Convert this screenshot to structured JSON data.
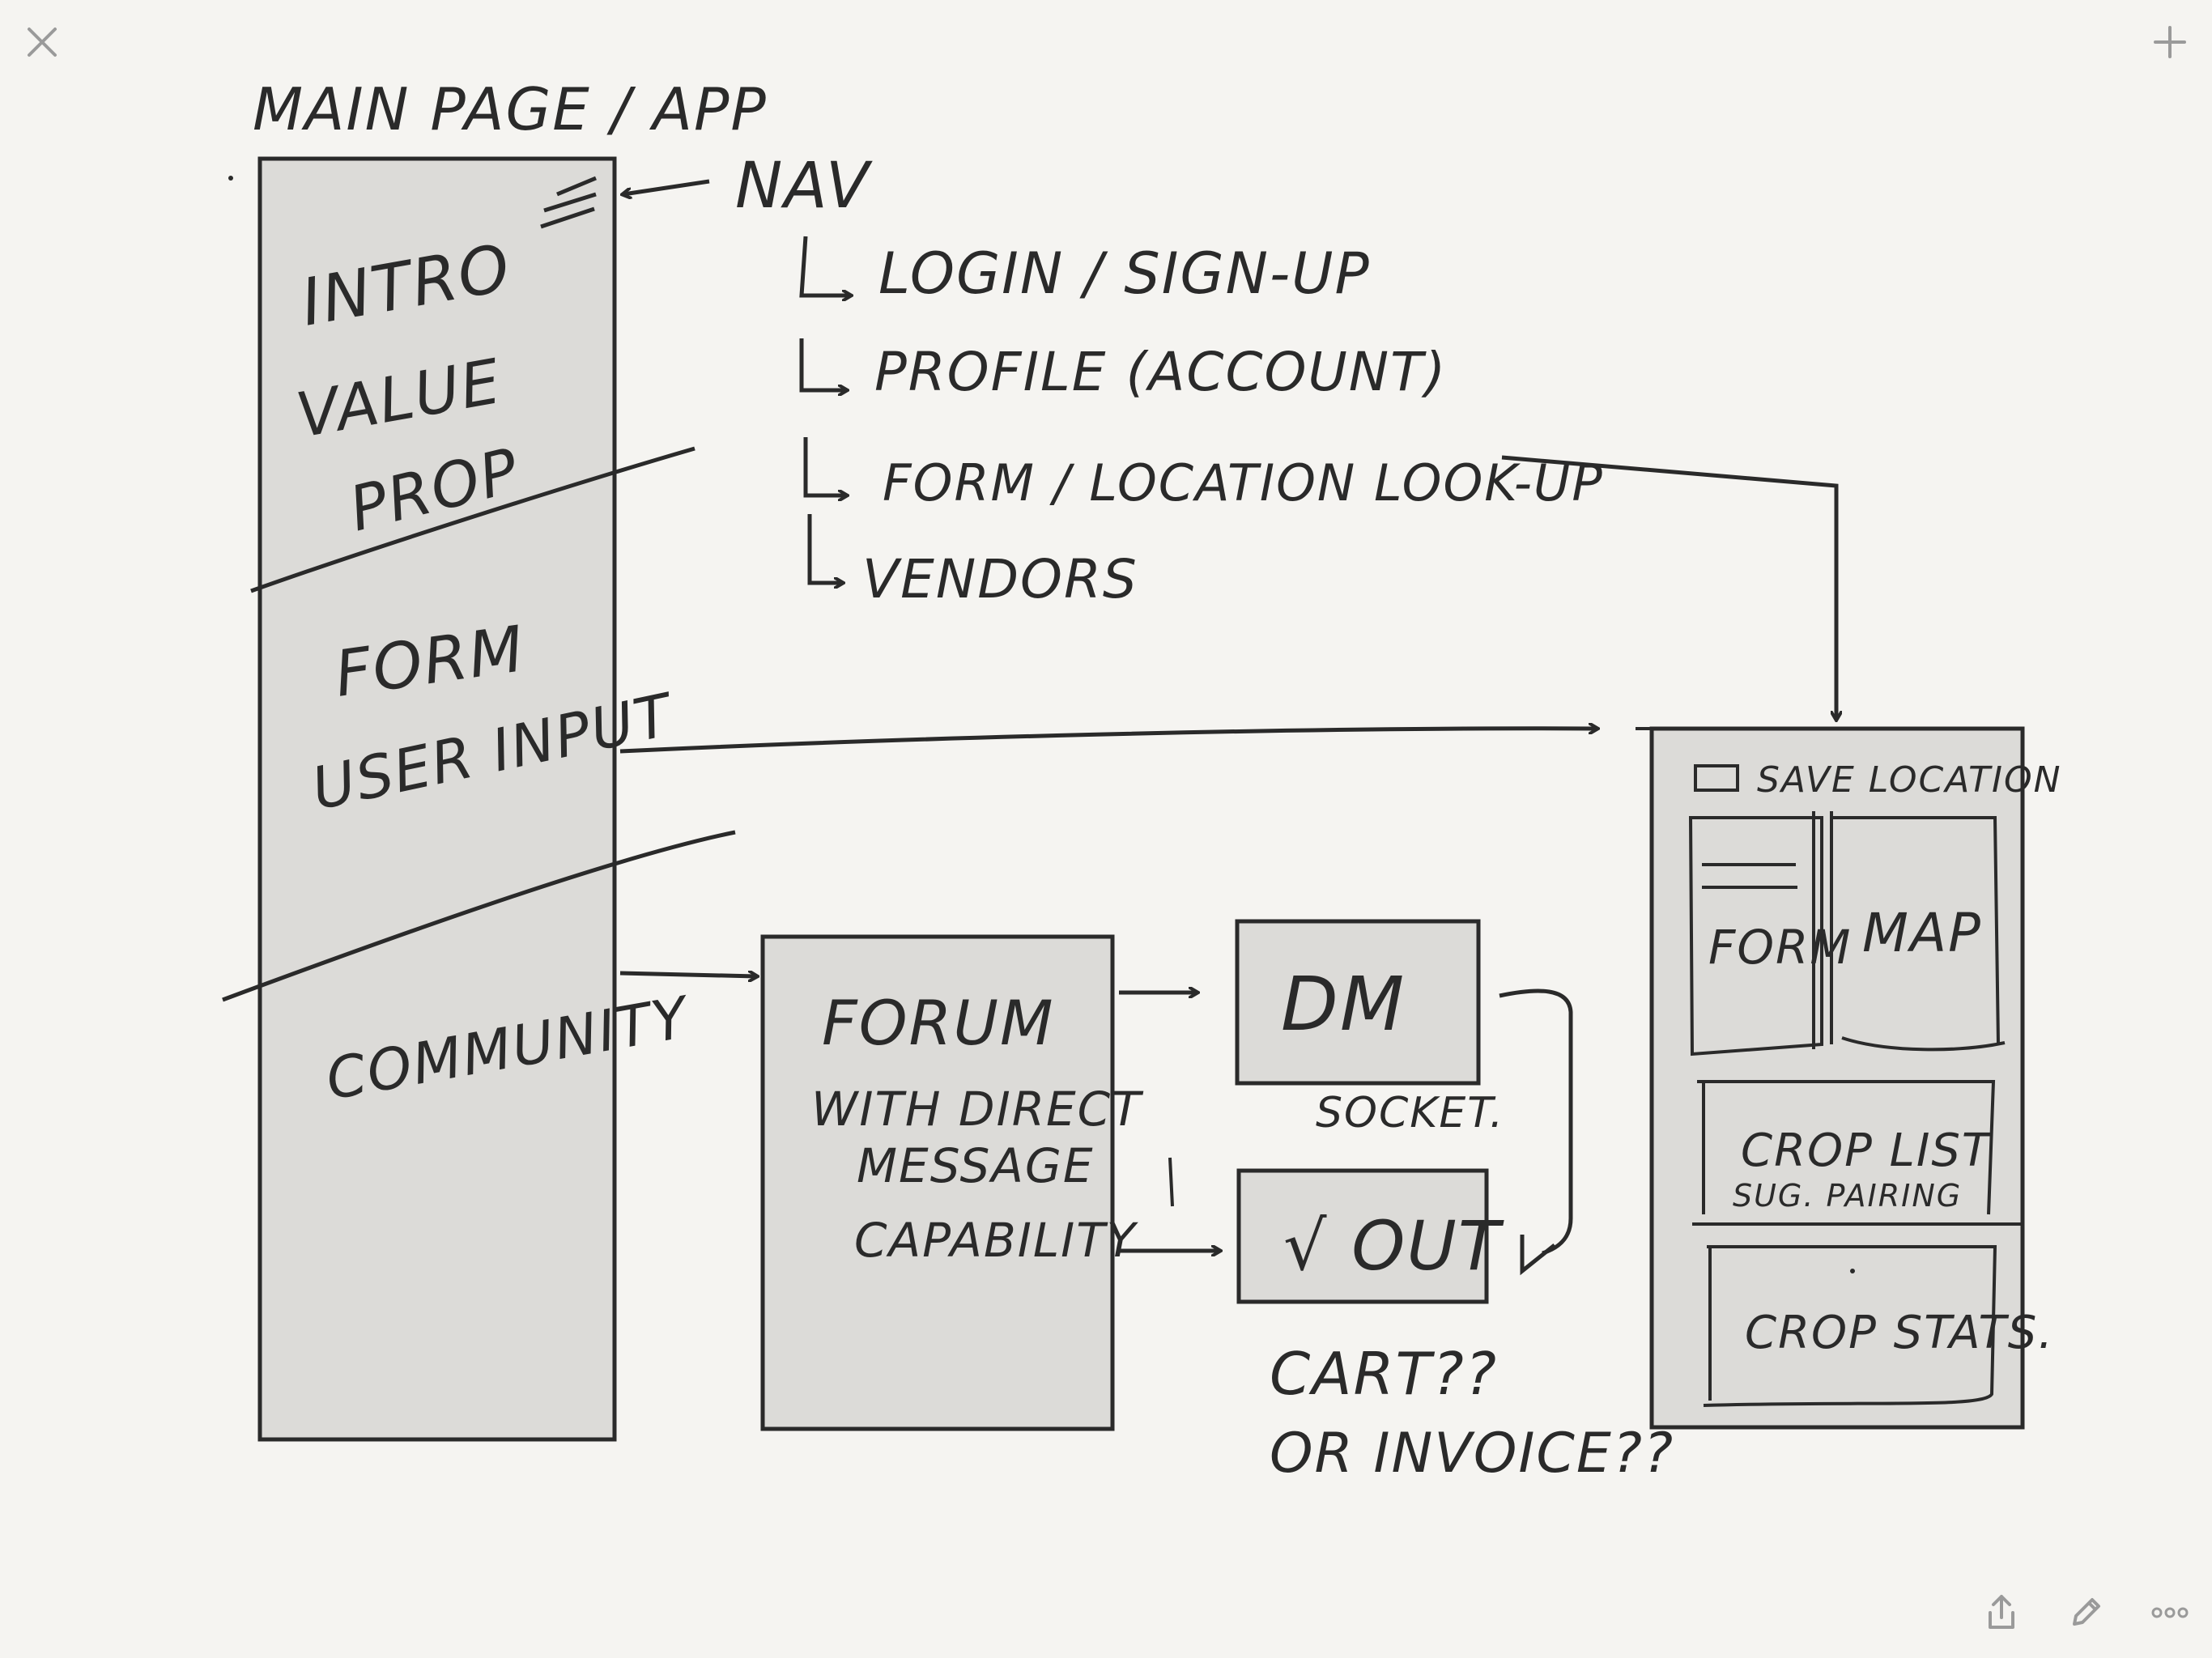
{
  "toolbar": {
    "close_icon": "close-icon",
    "add_icon": "plus-icon",
    "share_icon": "share-icon",
    "edit_icon": "pencil-icon",
    "more_icon": "more-icon",
    "icon_color": "#9a9a9a"
  },
  "colors": {
    "background": "#f5f4f1",
    "box_fill": "#dcdbd8",
    "ink": "#2a2a2a"
  },
  "sketch": {
    "title": "MAIN PAGE / APP",
    "nav_label": "NAV",
    "nav_items": [
      "LOGIN / SIGN-UP",
      "PROFILE (ACCOUNT)",
      "FORM / LOCATION LOOK-UP",
      "VENDORS"
    ],
    "main_sections": {
      "intro": "INTRO",
      "value": "VALUE",
      "prop": "PROP",
      "form": "FORM",
      "user_input": "USER INPUT",
      "community": "COMMUNITY"
    },
    "forum": {
      "title": "FORUM",
      "line1": "WITH DIRECT",
      "line2": "MESSAGE",
      "line3": "CAPABILITY"
    },
    "dm": {
      "label": "DM",
      "note": "SOCKET."
    },
    "checkout": {
      "label": "√ OUT",
      "note1": "CART??",
      "note2": "OR INVOICE??"
    },
    "location_panel": {
      "save": "SAVE LOCATION",
      "form": "FORM",
      "map": "MAP",
      "crop_list": "CROP LIST",
      "sug_pairing": "SUG. PAIRING",
      "crop_stats": "CROP STATS."
    }
  }
}
